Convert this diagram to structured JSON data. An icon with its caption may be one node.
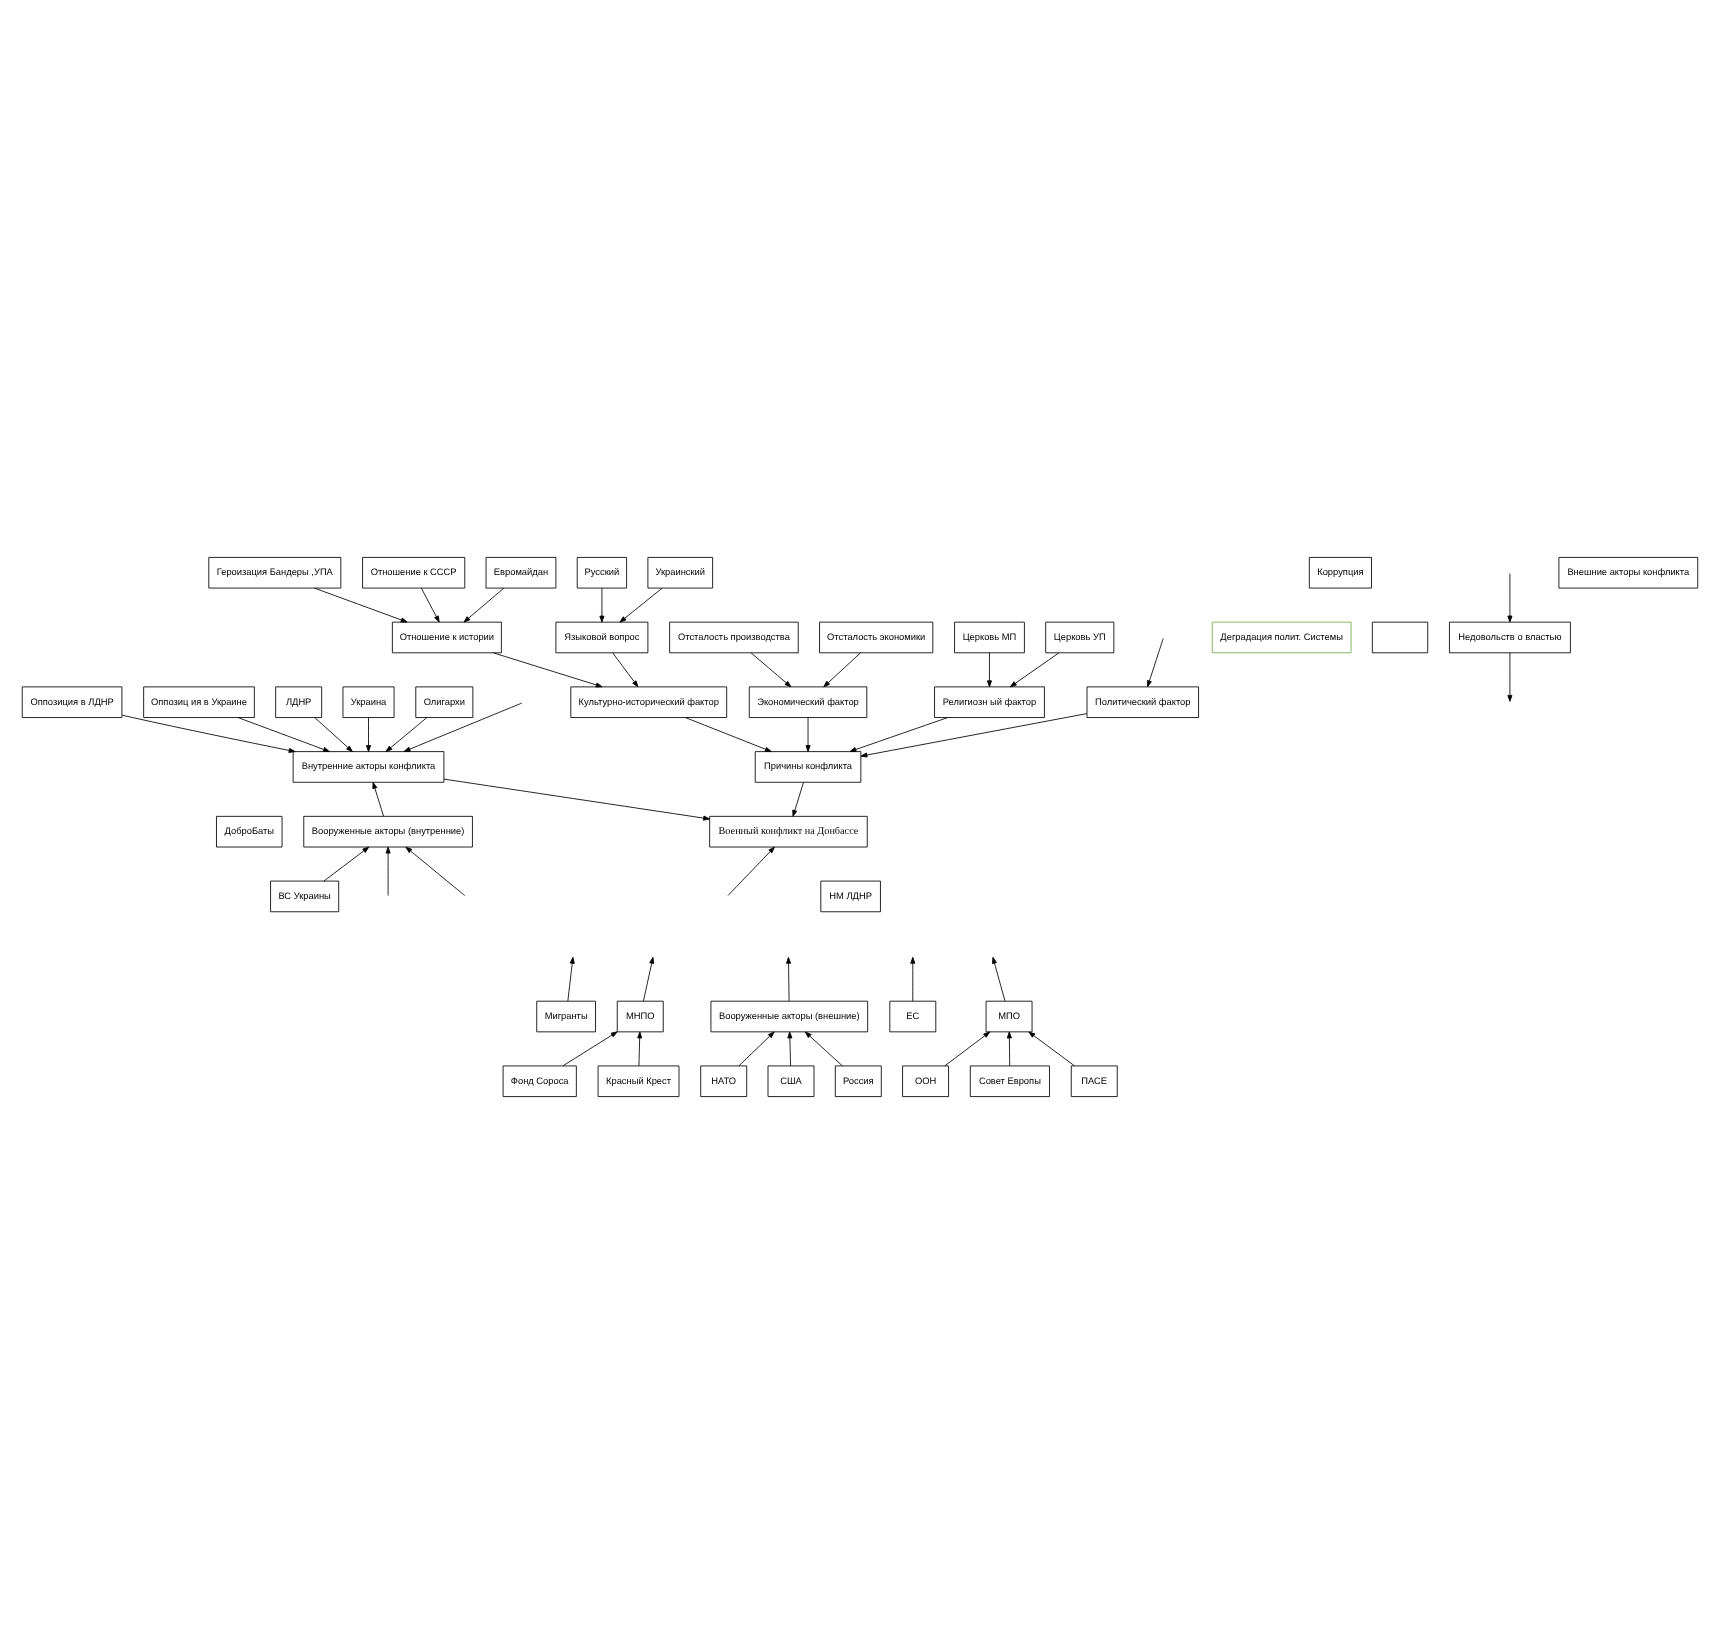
{
  "diagram": {
    "nodes": [
      {
        "text": [
          "Героизация Бандеры ,УПА"
        ]
      },
      {
        "text": [
          "Отношение к СССР"
        ]
      },
      {
        "text": [
          "Евромайдан"
        ]
      },
      {
        "text": [
          "Коррупция"
        ]
      },
      {
        "text": [
          "Русский"
        ]
      },
      {
        "text": [
          "Украинский"
        ]
      },
      {
        "text": [
          "Языковой вопрос"
        ]
      },
      {
        "text": [
          "Отношение к истории"
        ]
      },
      {
        "text": [
          "Недовольств о властью"
        ]
      },
      {
        "text": [
          "Отсталость производства"
        ]
      },
      {
        "text": [
          "Отсталость экономики"
        ]
      },
      {
        "text": [
          "Церковь МП"
        ]
      },
      {
        "text": [
          "Церковь УП"
        ]
      },
      {
        "text": [
          "Оппозиция в ЛДНР"
        ]
      },
      {
        "text": [
          "Деградация полит. Системы"
        ]
      },
      {
        "text": [],
        "shape": "box"
      },
      {
        "text": [
          "Оппозиц ия в Украине"
        ]
      },
      {
        "text": [
          "Экономический фактор"
        ]
      },
      {
        "text": [
          "Религиозн ый фактор"
        ]
      },
      {
        "text": [
          "Культурно-исторический фактор"
        ]
      },
      {
        "text": [
          "Политический фактор"
        ]
      },
      {
        "text": [
          "ЛДНР"
        ]
      },
      {
        "text": [
          "Украина"
        ]
      },
      {
        "text": [
          "Причины конфликта"
        ]
      },
      {
        "text": [
          "Внутренние акторы конфликта"
        ]
      },
      {
        "text": [
          "Олигархи"
        ]
      },
      {
        "text": [
          "ДоброБаты"
        ]
      },
      {
        "text": [
          "Совет Европы"
        ]
      },
      {
        "text": [
          "Военный конфликт на Донбассе"
        ]
      },
      {
        "text": [
          "Вооруженные акторы (внутренние)"
        ]
      },
      {
        "text": [
          "ПАСЕ"
        ]
      },
      {
        "text": [
          "МПО"
        ]
      },
      {
        "text": [
          "ООН"
        ]
      },
      {
        "text": [
          "Внешние акторы конфликта"
        ]
      },
      {
        "text": [
          "ВС Украины"
        ]
      },
      {
        "text": [
          "ЕС"
        ]
      },
      {
        "text": [
          "НМ ЛДНР"
        ]
      },
      {
        "text": [
          "Мигранты"
        ]
      },
      {
        "text": [
          "Вооруженные акторы (внешние)"
        ]
      },
      {
        "text": [
          "МНПО"
        ]
      },
      {
        "text": [
          "США"
        ]
      },
      {
        "text": [
          "Россия"
        ]
      },
      {
        "text": [
          "НАТО"
        ]
      },
      {
        "text": [
          "Красный Крест"
        ]
      },
      {
        "text": [
          "Фонд Сороса"
        ]
      }
    ],
    "edges": [
      {
        "from": 0,
        "to": 7,
        "arrow": "to"
      },
      {
        "from": 2,
        "to": 7,
        "arrow": "to"
      },
      {
        "from": 1,
        "to": 7,
        "arrow": "to"
      },
      {
        "from": 4,
        "to": 6,
        "arrow": "to"
      },
      {
        "from": 5,
        "to": 6,
        "arrow": "to"
      },
      {
        "from": null,
        "to": 8,
        "arrow": "to"
      },
      {
        "from": 8,
        "to": null,
        "arrow": "to"
      },
      {
        "from": null,
        "to": 20,
        "arrow": "to"
      },
      {
        "from": 9,
        "to": 17,
        "arrow": "to"
      },
      {
        "from": 10,
        "to": 17,
        "arrow": "to"
      },
      {
        "from": 11,
        "to": 18,
        "arrow": "to"
      },
      {
        "from": 12,
        "to": 18,
        "arrow": "to"
      },
      {
        "from": 6,
        "to": 19,
        "arrow": "to"
      },
      {
        "from": 7,
        "to": 19,
        "arrow": "to"
      },
      {
        "from": 17,
        "to": 23,
        "arrow": "to"
      },
      {
        "from": 18,
        "to": 23,
        "arrow": "to"
      },
      {
        "from": 19,
        "to": 23,
        "arrow": "to"
      },
      {
        "from": 20,
        "to": 23,
        "arrow": "to"
      },
      {
        "from": null,
        "to": 24,
        "arrow": "to"
      },
      {
        "from": 21,
        "to": 24,
        "arrow": "to"
      },
      {
        "from": 22,
        "to": 24,
        "arrow": "to"
      },
      {
        "from": 13,
        "to": 24,
        "arrow": "to"
      },
      {
        "from": 16,
        "to": 24,
        "arrow": "to"
      },
      {
        "from": 25,
        "to": 24,
        "arrow": "to"
      },
      {
        "from": 23,
        "to": 28,
        "arrow": "to"
      },
      {
        "from": 24,
        "to": 28,
        "arrow": "to"
      },
      {
        "from": 29,
        "to": 24,
        "arrow": "to"
      },
      {
        "from": null,
        "to": 29,
        "arrow": "to"
      },
      {
        "from": null,
        "to": 29,
        "arrow": "to"
      },
      {
        "from": 34,
        "to": 29,
        "arrow": "to"
      },
      {
        "from": 35,
        "to": null,
        "arrow": "to"
      },
      {
        "from": 27,
        "to": 31,
        "arrow": "to"
      },
      {
        "from": 30,
        "to": 31,
        "arrow": "to"
      },
      {
        "from": 32,
        "to": 31,
        "arrow": "to"
      },
      {
        "from": 31,
        "to": null,
        "arrow": "to"
      },
      {
        "from": 37,
        "to": null,
        "arrow": "to"
      },
      {
        "from": 39,
        "to": null,
        "arrow": "to"
      },
      {
        "from": null,
        "to": 28,
        "arrow": "to"
      },
      {
        "from": 38,
        "to": null,
        "arrow": "to"
      },
      {
        "from": 40,
        "to": 38,
        "arrow": "to"
      },
      {
        "from": 42,
        "to": 38,
        "arrow": "to"
      },
      {
        "from": 41,
        "to": 38,
        "arrow": "to"
      },
      {
        "from": 43,
        "to": 39,
        "arrow": "to"
      },
      {
        "from": 44,
        "to": 39,
        "arrow": "to"
      }
    ]
  }
}
